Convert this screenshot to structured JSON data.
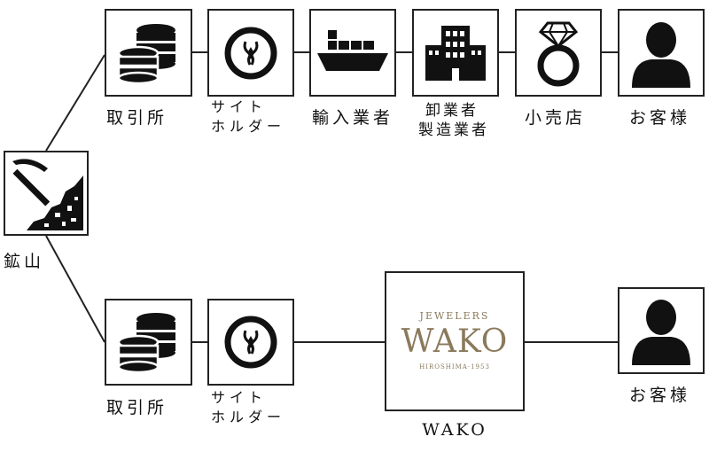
{
  "mine": {
    "label": "鉱山"
  },
  "top_flow": [
    {
      "id": "exchange",
      "label_lines": [
        "取引所"
      ],
      "icon": "coins-icon"
    },
    {
      "id": "site-holder",
      "label_lines": [
        "サイト",
        "ホルダー"
      ],
      "icon": "site-holder-logo-icon"
    },
    {
      "id": "importer",
      "label_lines": [
        "輸入業者"
      ],
      "icon": "cargo-ship-icon"
    },
    {
      "id": "wholesaler",
      "label_lines": [
        "卸業者",
        "製造業者"
      ],
      "icon": "factory-building-icon"
    },
    {
      "id": "retailer",
      "label_lines": [
        "小売店"
      ],
      "icon": "diamond-ring-icon"
    },
    {
      "id": "customer",
      "label_lines": [
        "お客様"
      ],
      "icon": "person-icon"
    }
  ],
  "bottom_flow": [
    {
      "id": "exchange",
      "label_lines": [
        "取引所"
      ],
      "icon": "coins-icon"
    },
    {
      "id": "site-holder",
      "label_lines": [
        "サイト",
        "ホルダー"
      ],
      "icon": "site-holder-logo-icon"
    },
    {
      "id": "wako",
      "label_lines": [
        "WAKO"
      ],
      "icon": "wako-logo"
    },
    {
      "id": "customer",
      "label_lines": [
        "お客様"
      ],
      "icon": "person-icon"
    }
  ],
  "wako_logo": {
    "line1": "JEWELERS",
    "line2": "WAKO",
    "line3": "HIROSHIMA·1953"
  },
  "colors": {
    "line": "#222222",
    "icon": "#111111",
    "wako_gold": "#8a7a5c"
  }
}
